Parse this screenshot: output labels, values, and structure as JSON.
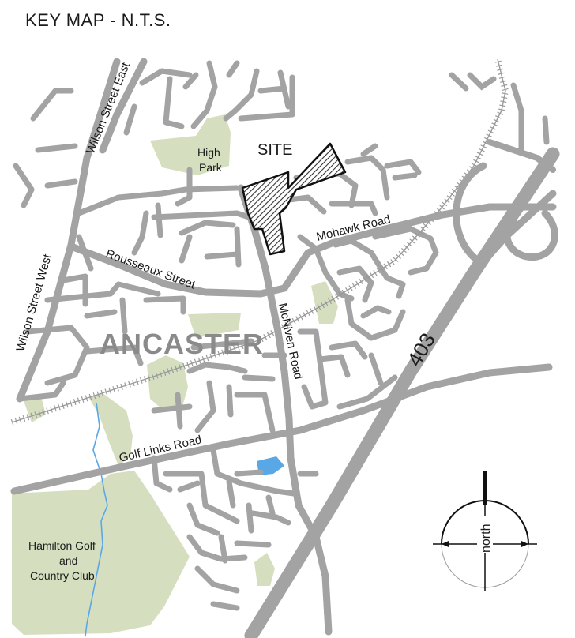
{
  "title": "KEY MAP - N.T.S.",
  "site_label": "SITE",
  "town_label": "ANCASTER",
  "highway_label": "403",
  "compass_label": "north",
  "roads": {
    "wilson_east": "Wilson Street East",
    "wilson_west": "Wilson Street West",
    "rousseaux": "Rousseaux Street",
    "mohawk": "Mohawk Road",
    "mcniven": "McNiven Road",
    "golf_links": "Golf Links Road"
  },
  "parks": {
    "high_park_line1": "High",
    "high_park_line2": "Park",
    "golf_line1": "Hamilton Golf",
    "golf_line2": "and",
    "golf_line3": "Country Club"
  },
  "colors": {
    "road": "#a3a3a3",
    "park": "#d5dfc0",
    "water": "#5aa7e6",
    "site_fill": "#7a7a7a"
  }
}
